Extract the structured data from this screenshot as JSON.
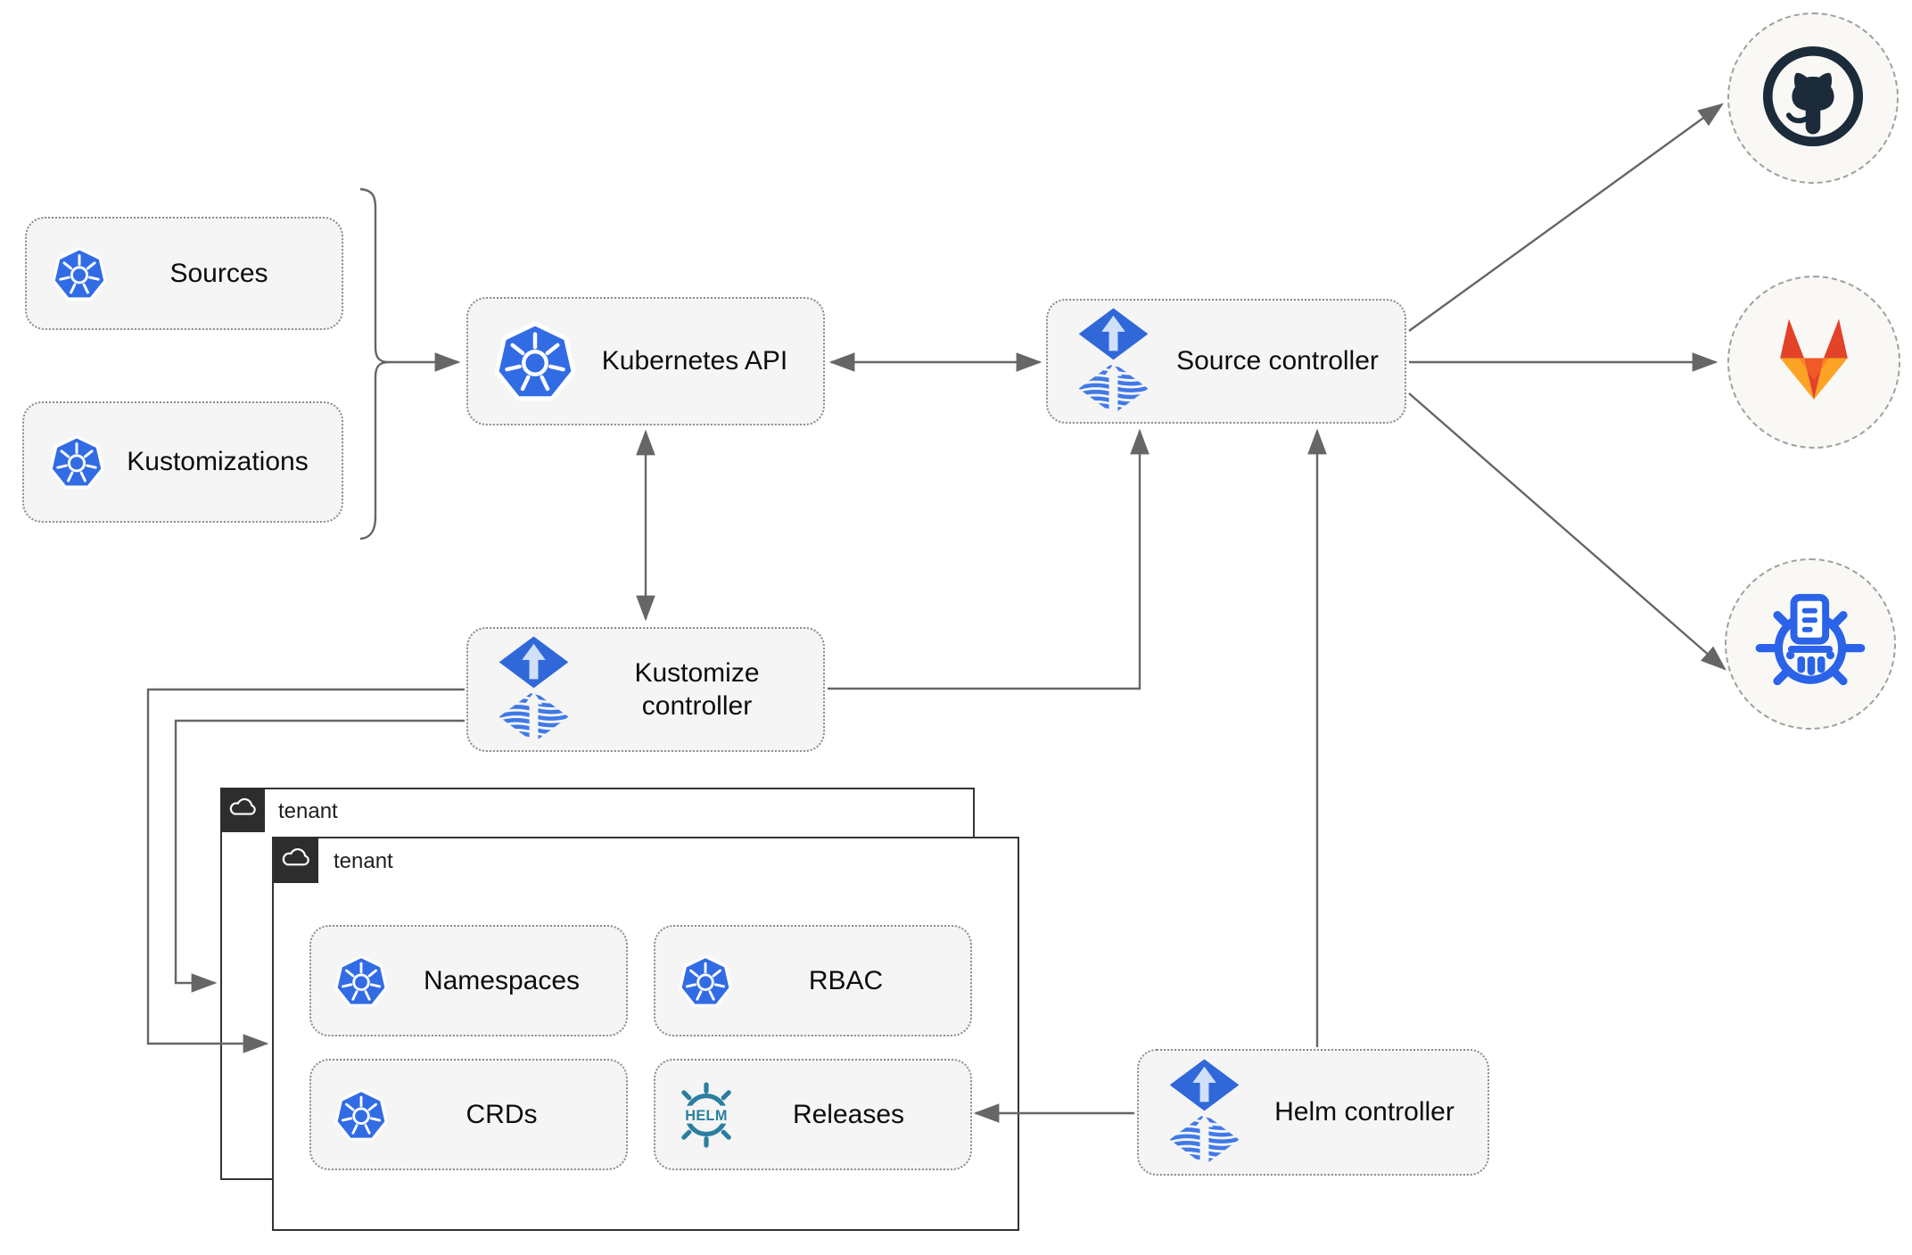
{
  "boxes": {
    "sources": "Sources",
    "kustomizations": "Kustomizations",
    "kubernetes_api": "Kubernetes API",
    "source_controller": "Source controller",
    "kustomize_controller": "Kustomize controller",
    "helm_controller": "Helm controller"
  },
  "tenant_back": {
    "label": "tenant"
  },
  "tenant_front": {
    "label": "tenant",
    "resources": {
      "namespaces": "Namespaces",
      "rbac": "RBAC",
      "crds": "CRDs",
      "releases": "Releases"
    }
  },
  "helm_badge_text": "HELM",
  "icons": {
    "kubernetes": "kubernetes-wheel-icon",
    "flux": "flux-controller-icon",
    "helm": "helm-wheel-icon",
    "cloud": "cloud-icon",
    "github": "github-octocat-icon",
    "gitlab": "gitlab-fox-icon",
    "chartmuseum": "chartmuseum-icon"
  },
  "colors": {
    "kubernetes_blue": "#326ce5",
    "flux_blue": "#3068d9",
    "helm_teal": "#2b7f9e",
    "github_navy": "#1b2b3a",
    "gitlab_orange_dark": "#e24329",
    "gitlab_orange_light": "#fca326",
    "chartmuseum_blue": "#2a63e8",
    "connector_gray": "#666666",
    "box_fill": "#f5f5f5",
    "tenant_header_dark": "#2d2d2d"
  }
}
